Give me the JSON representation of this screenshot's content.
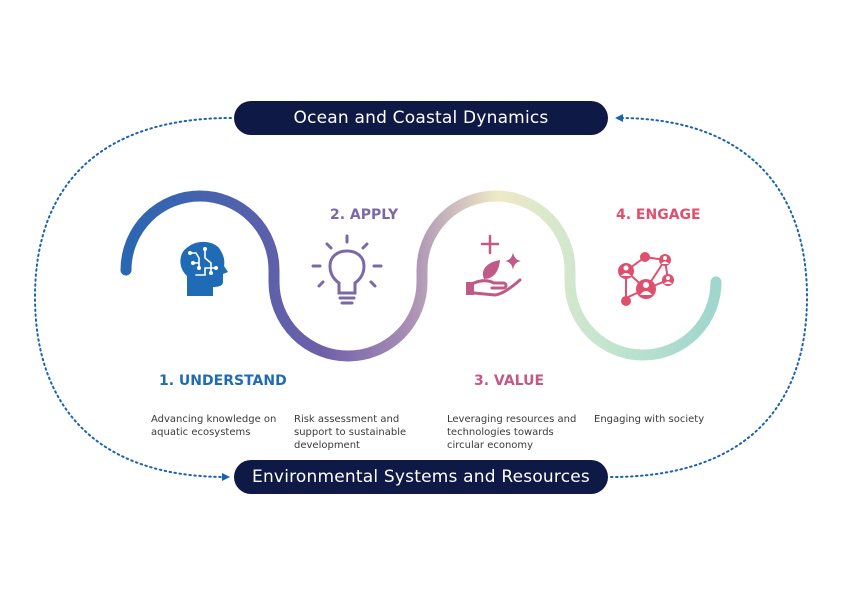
{
  "top_bar": {
    "label": "Ocean and Coastal Dynamics"
  },
  "bottom_bar": {
    "label": "Environmental Systems and Resources"
  },
  "steps": [
    {
      "title": "1. UNDERSTAND",
      "description": "Advancing knowledge on aquatic ecosystems",
      "color": "#1f6bb5",
      "icon": "brain-icon"
    },
    {
      "title": "2. APPLY",
      "description": "Risk assessment and support to sustainable development",
      "color": "#7b68a6",
      "icon": "lightbulb-icon"
    },
    {
      "title": "3. VALUE",
      "description": "Leveraging resources and technologies towards circular economy",
      "color": "#c05a87",
      "icon": "hand-leaf-icon"
    },
    {
      "title": "4. ENGAGE",
      "description": "Engaging with society",
      "color": "#e0506e",
      "icon": "network-people-icon"
    }
  ],
  "colors": {
    "pill_background": "#0e1a45",
    "arrow": "#1a63b0",
    "wave_gradient": [
      "#2a66b2",
      "#6e5ea8",
      "#8b6fa8",
      "#efe9c6",
      "#c6e6cf",
      "#9fd6cd"
    ]
  }
}
